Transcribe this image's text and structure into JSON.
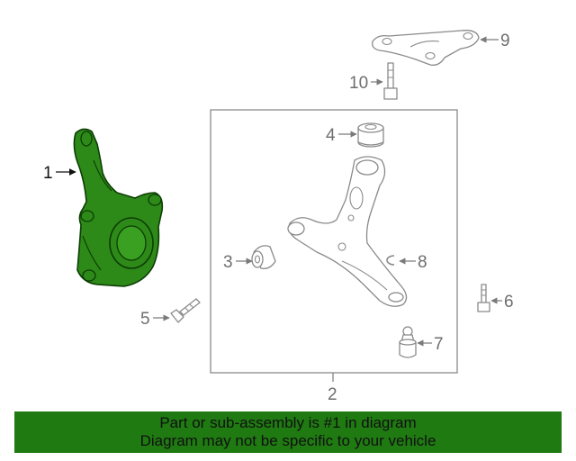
{
  "callouts": {
    "c1": "1",
    "c2": "2",
    "c3": "3",
    "c4": "4",
    "c5": "5",
    "c6": "6",
    "c7": "7",
    "c8": "8",
    "c9": "9",
    "c10": "10"
  },
  "banner": {
    "line1": "Part or sub-assembly is #1 in diagram",
    "line2": "Diagram may not be specific to your vehicle"
  },
  "colors": {
    "highlight": "#2d8a18",
    "banner_bg": "#1f7a12"
  },
  "highlighted_part": "1"
}
